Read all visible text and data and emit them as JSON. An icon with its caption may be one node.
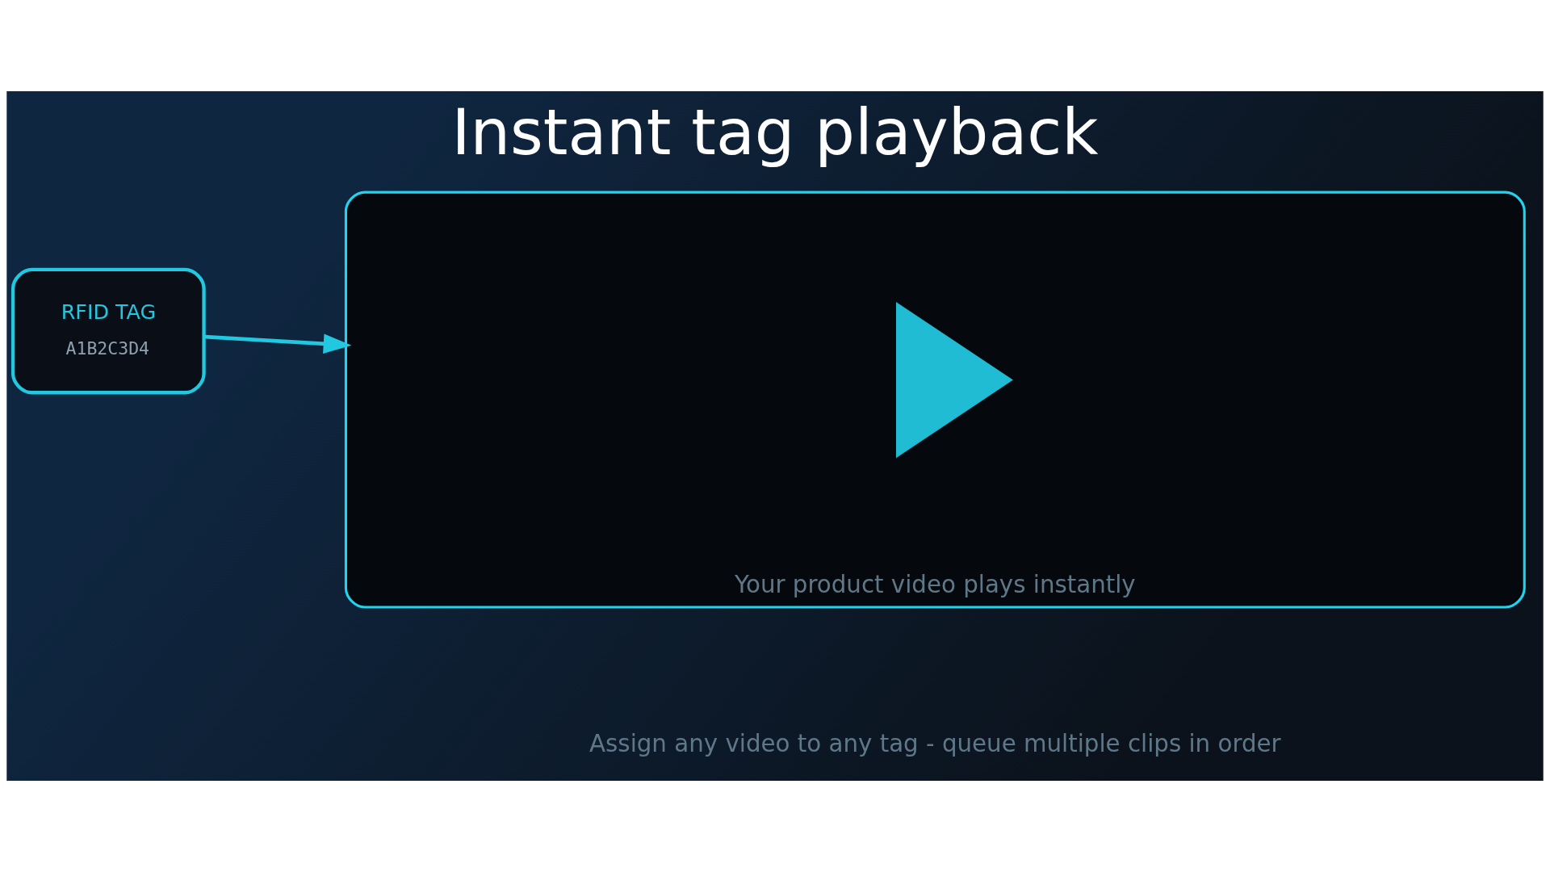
{
  "diagram": {
    "title": "Instant tag playback",
    "caption": "Assign any video to any tag - queue multiple clips in order",
    "nodes": [
      {
        "text": [
          "RFID TAG",
          "A1B2C3D4"
        ]
      },
      {
        "text": [
          "Your product video plays instantly"
        ]
      },
      {
        "text": [],
        "shape": "triangle",
        "in": 1
      }
    ],
    "edges": [
      {
        "from": 0,
        "to": 1,
        "arrow": "to"
      }
    ]
  }
}
